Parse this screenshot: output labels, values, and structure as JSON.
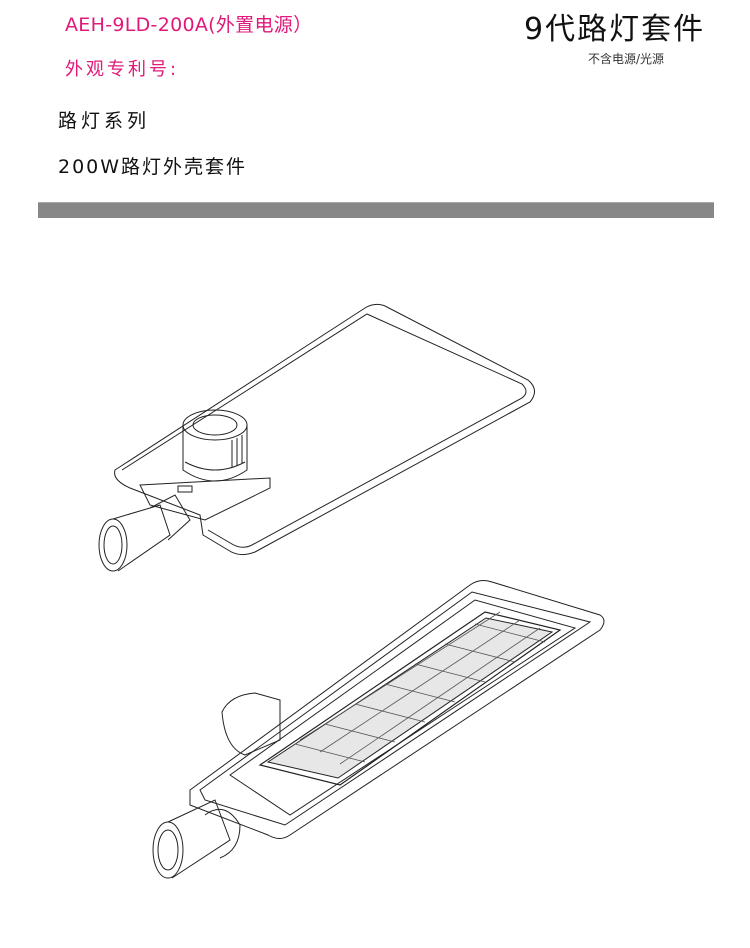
{
  "header": {
    "model": "AEH-9LD-200A(外置电源）",
    "patent_label": "外观专利号:",
    "title": "9代路灯套件",
    "subtitle": "不含电源/光源",
    "series": "路灯系列",
    "product": "200W路灯外壳套件"
  },
  "colors": {
    "accent": "#e0197a",
    "divider": "#878787"
  }
}
